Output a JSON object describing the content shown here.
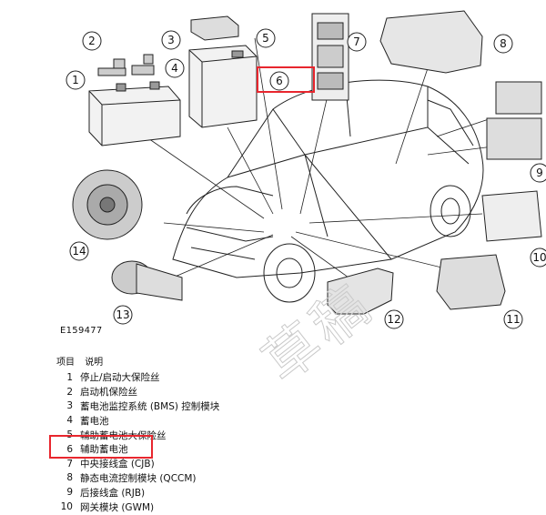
{
  "figure_id": "E159477",
  "legend_header": {
    "col1": "项目",
    "col2": "说明"
  },
  "legend_items": [
    {
      "num": "1",
      "text": "停止/启动大保险丝"
    },
    {
      "num": "2",
      "text": "启动机保险丝"
    },
    {
      "num": "3",
      "text": "蓄电池监控系统 (BMS) 控制模块"
    },
    {
      "num": "4",
      "text": "蓄电池"
    },
    {
      "num": "5",
      "text": "辅助蓄电池大保险丝"
    },
    {
      "num": "6",
      "text": "辅助蓄电池"
    },
    {
      "num": "7",
      "text": "中央接线盒 (CJB)"
    },
    {
      "num": "8",
      "text": "静态电流控制模块 (QCCM)"
    },
    {
      "num": "9",
      "text": "后接线盒 (RJB)"
    },
    {
      "num": "10",
      "text": "网关模块 (GWM)"
    }
  ],
  "callouts": [
    "1",
    "2",
    "3",
    "4",
    "5",
    "6",
    "7",
    "8",
    "9",
    "10",
    "11",
    "12",
    "13",
    "14"
  ],
  "watermark": "草稿",
  "highlight_color": "#e8262e"
}
